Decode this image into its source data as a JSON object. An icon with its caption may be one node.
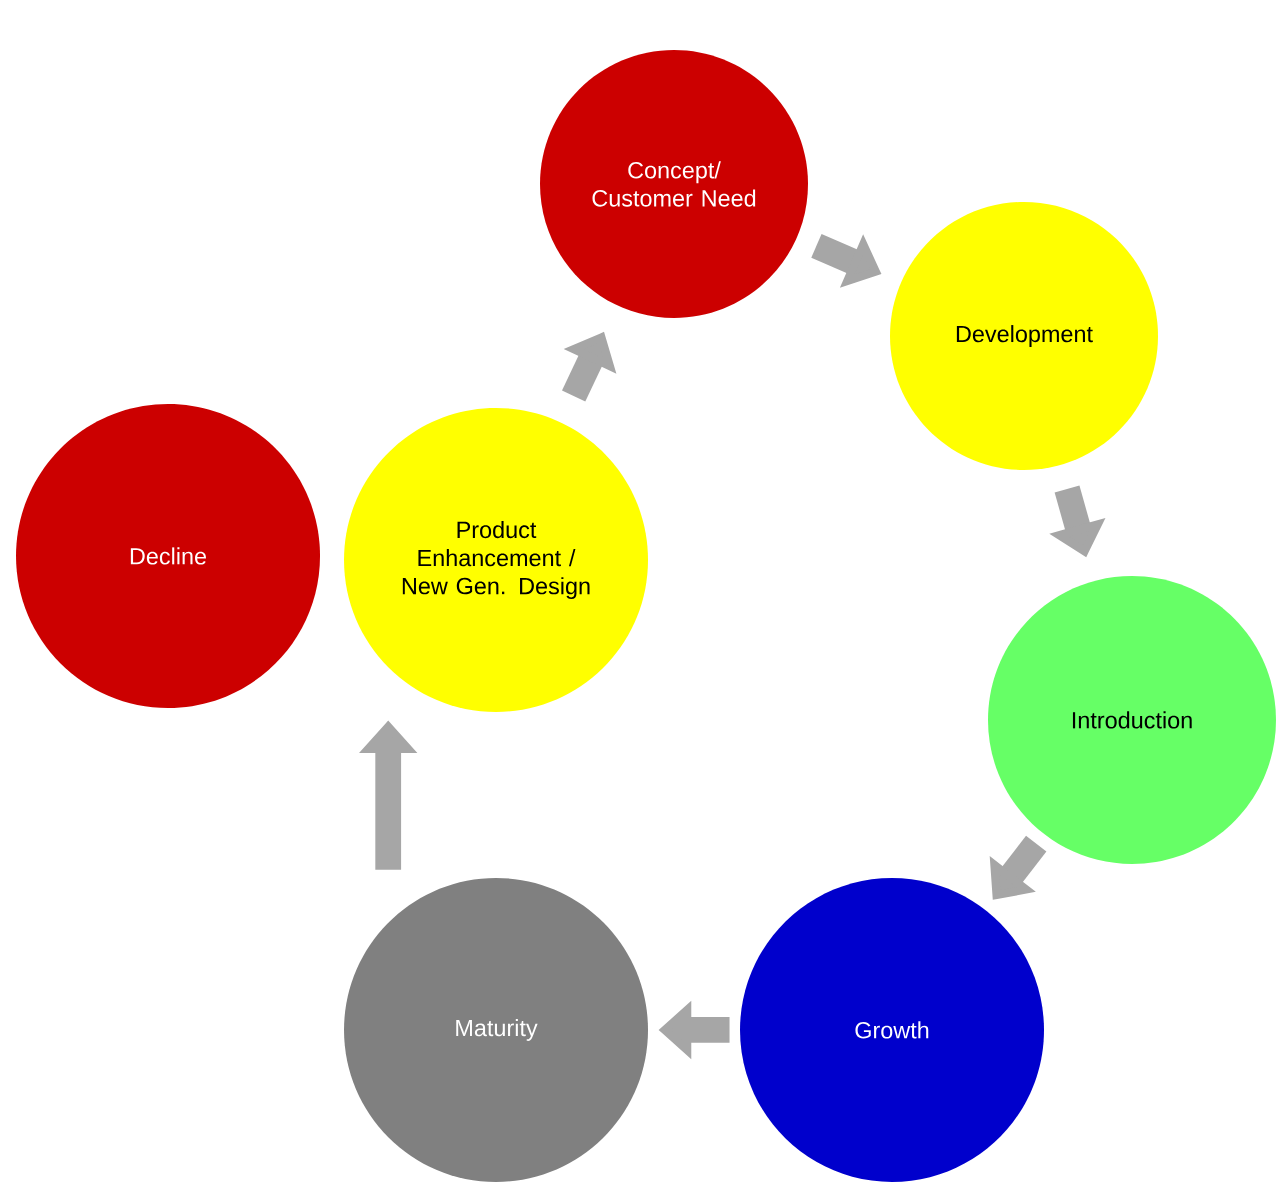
{
  "diagram": {
    "nodes": [
      {
        "text": [
          "Concept/ Customer Need"
        ]
      },
      {
        "text": [
          "Development"
        ]
      },
      {
        "text": [
          "Introduction"
        ]
      },
      {
        "text": [
          "Growth"
        ]
      },
      {
        "text": [
          "Maturity"
        ]
      },
      {
        "text": [
          "Decline"
        ]
      },
      {
        "text": [
          "Product Enhancement / New Gen. Design"
        ]
      }
    ],
    "edges": [
      {
        "from": 0,
        "to": 1,
        "arrow": "to"
      },
      {
        "from": 1,
        "to": 2,
        "arrow": "to"
      },
      {
        "from": 2,
        "to": 3,
        "arrow": "to"
      },
      {
        "from": 3,
        "to": 4,
        "arrow": "to"
      },
      {
        "from": 4,
        "to": 6,
        "arrow": "to"
      },
      {
        "from": 6,
        "to": 0,
        "arrow": "to"
      }
    ]
  }
}
